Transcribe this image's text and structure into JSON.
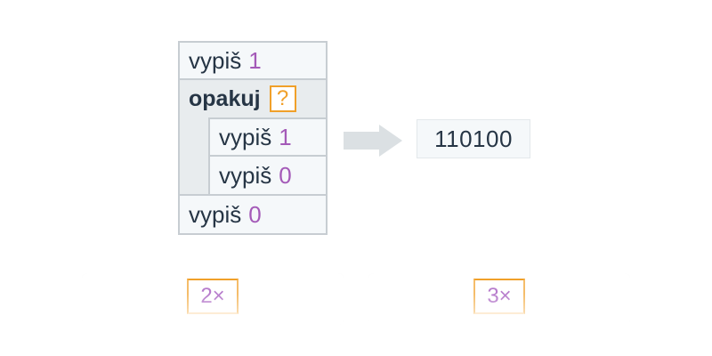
{
  "program": {
    "rows": [
      {
        "cmd": "vypiš",
        "value": "1"
      },
      {
        "cmd": "opakuj",
        "slot": "?"
      },
      {
        "cmd": "vypiš",
        "value": "1"
      },
      {
        "cmd": "vypiš",
        "value": "0"
      },
      {
        "cmd": "vypiš",
        "value": "0"
      }
    ]
  },
  "output": {
    "value": "110100"
  },
  "answers": [
    {
      "label": "2×"
    },
    {
      "label": "3×"
    }
  ],
  "colors": {
    "number": "#a45ab8",
    "slot_border": "#f0a02a",
    "text": "#263545",
    "block_border": "#c7cdd2",
    "arrow": "#dbe0e3"
  }
}
